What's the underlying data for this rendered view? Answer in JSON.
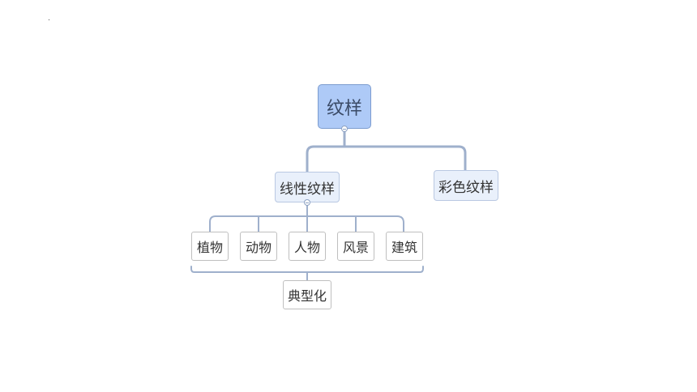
{
  "root": {
    "label": "纹样"
  },
  "branches": [
    {
      "label": "线性纹样",
      "children": [
        "植物",
        "动物",
        "人物",
        "风景",
        "建筑"
      ],
      "summary": "典型化"
    },
    {
      "label": "彩色纹样"
    }
  ],
  "colors": {
    "connector": "#9fb0cc",
    "root_fill": "#aecaf7",
    "branch_fill": "#e9f0fb"
  }
}
